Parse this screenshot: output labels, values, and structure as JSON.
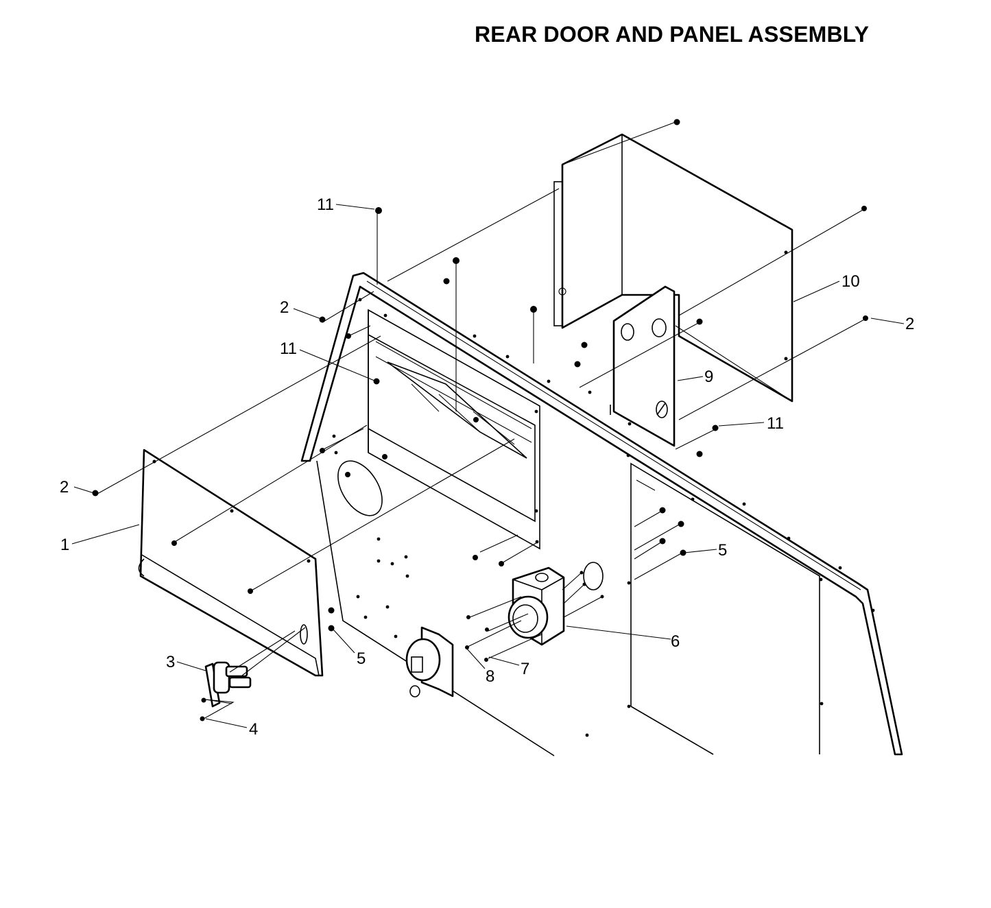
{
  "title": "REAR DOOR AND PANEL ASSEMBLY",
  "callouts": [
    {
      "id": "c1",
      "text": "1"
    },
    {
      "id": "c2a",
      "text": "2"
    },
    {
      "id": "c2b",
      "text": "2"
    },
    {
      "id": "c2c",
      "text": "2"
    },
    {
      "id": "c3",
      "text": "3"
    },
    {
      "id": "c4",
      "text": "4"
    },
    {
      "id": "c5a",
      "text": "5"
    },
    {
      "id": "c5b",
      "text": "5"
    },
    {
      "id": "c6",
      "text": "6"
    },
    {
      "id": "c7",
      "text": "7"
    },
    {
      "id": "c8",
      "text": "8"
    },
    {
      "id": "c9",
      "text": "9"
    },
    {
      "id": "c10",
      "text": "10"
    },
    {
      "id": "c11a",
      "text": "11"
    },
    {
      "id": "c11b",
      "text": "11"
    },
    {
      "id": "c11c",
      "text": "11"
    }
  ]
}
